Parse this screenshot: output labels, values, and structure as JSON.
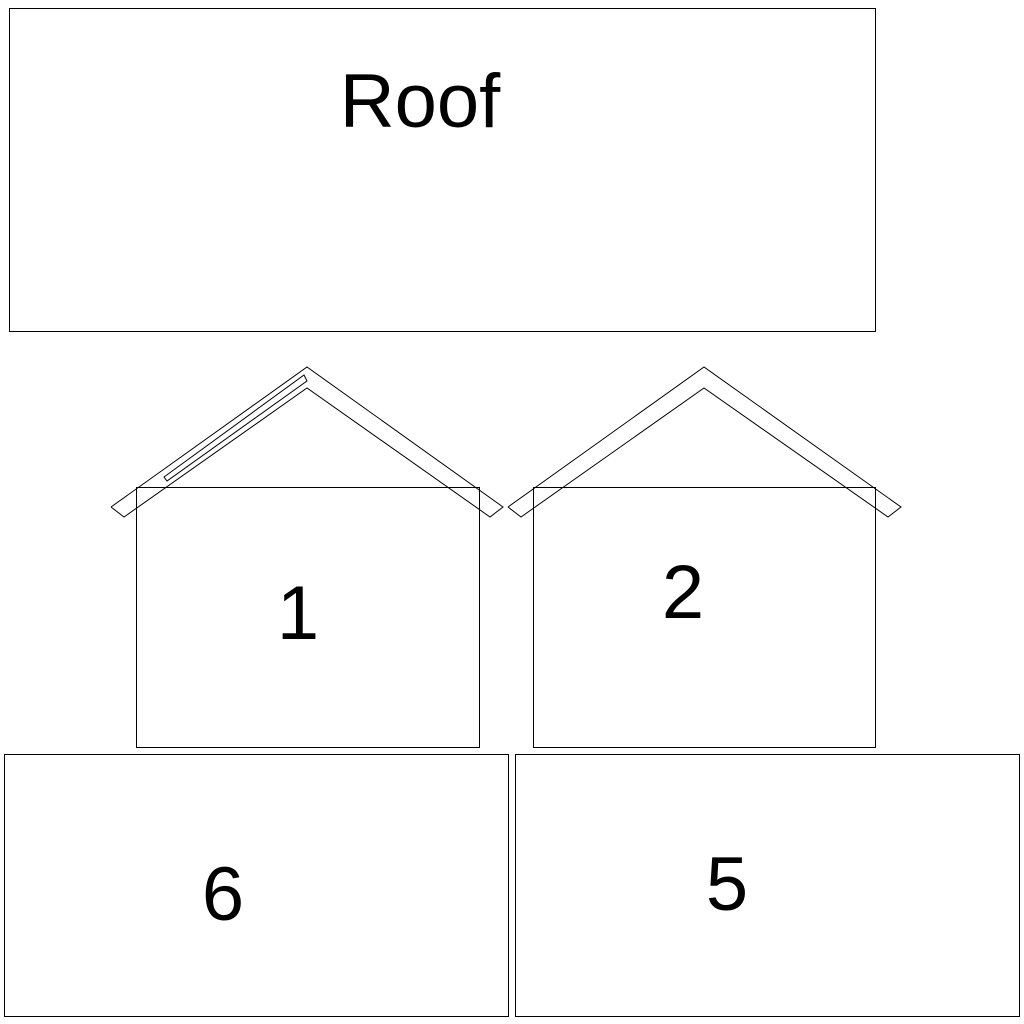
{
  "panels": {
    "roof": {
      "label": "Roof"
    },
    "wall_1": {
      "label": "1"
    },
    "wall_2": {
      "label": "2"
    },
    "side_6": {
      "label": "6"
    },
    "side_5": {
      "label": "5"
    }
  },
  "colors": {
    "line": "#000000",
    "background": "#ffffff"
  }
}
